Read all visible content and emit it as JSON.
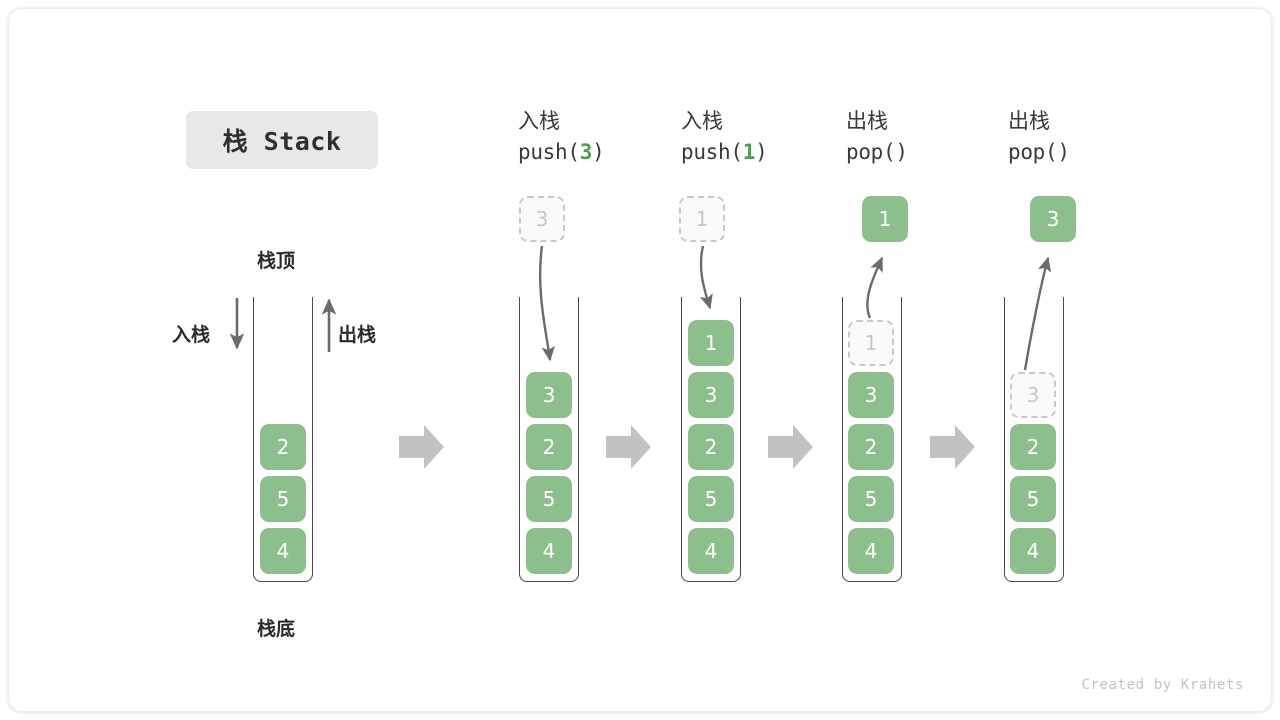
{
  "title": {
    "text": "栈 Stack"
  },
  "labels": {
    "top": "栈顶",
    "bottom": "栈底",
    "push_side": "入栈",
    "pop_side": "出栈"
  },
  "colors": {
    "cell_fill": "#8cbf8c",
    "cell_text": "#ffffff",
    "ghost_fill": "#fafafa",
    "ghost_border": "#c9c9c9",
    "ghost_text": "#c6c6c6",
    "accent_arg": "#4ea24e",
    "container_stroke": "#4a4a4a",
    "step_arrow": "#c2c2c2",
    "motion_arrow": "#6b6b6b",
    "title_chip_bg": "#e8e8e8"
  },
  "columns": [
    {
      "id": "initial",
      "head_line1": "",
      "head_line2": "",
      "head_arg": "",
      "stack": [
        "2",
        "5",
        "4"
      ],
      "floating": null,
      "ghost_in_stack": null
    },
    {
      "id": "push-3",
      "head_line1": "入栈",
      "head_line2_prefix": "push(",
      "head_arg": "3",
      "head_line2_suffix": ")",
      "stack": [
        "3",
        "2",
        "5",
        "4"
      ],
      "floating": {
        "value": "3",
        "style": "ghost"
      },
      "ghost_in_stack": null,
      "motion": "down"
    },
    {
      "id": "push-1",
      "head_line1": "入栈",
      "head_line2_prefix": "push(",
      "head_arg": "1",
      "head_line2_suffix": ")",
      "stack": [
        "1",
        "3",
        "2",
        "5",
        "4"
      ],
      "floating": {
        "value": "1",
        "style": "ghost"
      },
      "ghost_in_stack": null,
      "motion": "down"
    },
    {
      "id": "pop-1",
      "head_line1": "出栈",
      "head_line2_prefix": "pop(",
      "head_arg": "",
      "head_line2_suffix": ")",
      "stack": [
        "3",
        "2",
        "5",
        "4"
      ],
      "floating": {
        "value": "1",
        "style": "solid"
      },
      "ghost_in_stack": {
        "value": "1"
      },
      "motion": "up"
    },
    {
      "id": "pop-2",
      "head_line1": "出栈",
      "head_line2_prefix": "pop(",
      "head_arg": "",
      "head_line2_suffix": ")",
      "stack": [
        "2",
        "5",
        "4"
      ],
      "floating": {
        "value": "3",
        "style": "solid"
      },
      "ghost_in_stack": {
        "value": "3"
      },
      "motion": "up"
    }
  ],
  "footer": {
    "text": "Created by Krahets"
  }
}
